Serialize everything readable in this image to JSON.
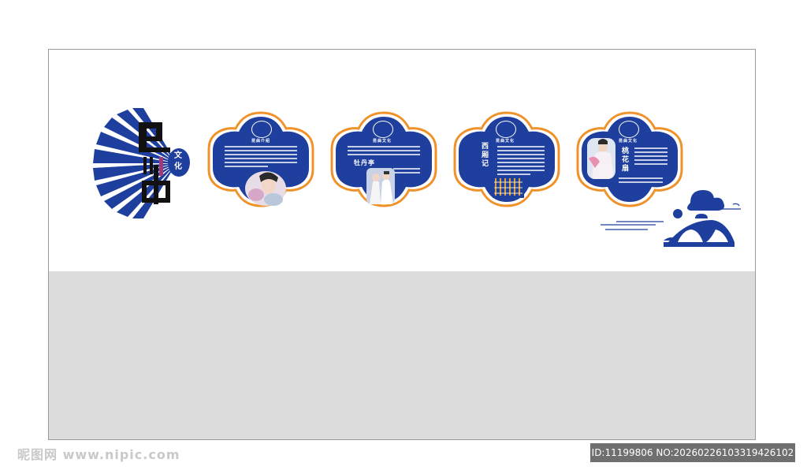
{
  "board": {
    "logo_text": "文化",
    "panels": [
      {
        "title": "",
        "badge_label": "昆曲介绍"
      },
      {
        "title": "牡丹亭",
        "badge_label": "昆曲文化"
      },
      {
        "title": "西厢记",
        "badge_label": "昆曲文化"
      },
      {
        "title": "桃花扇",
        "badge_label": "昆曲文化"
      }
    ]
  },
  "watermark": {
    "left_text": "昵图网 www.nipic.com",
    "right_text": "ID:11199806 NO:20260226103319426102"
  },
  "colors": {
    "blue": "#1f3f9e",
    "orange": "#f0922a",
    "gray": "#dcdcdc"
  }
}
